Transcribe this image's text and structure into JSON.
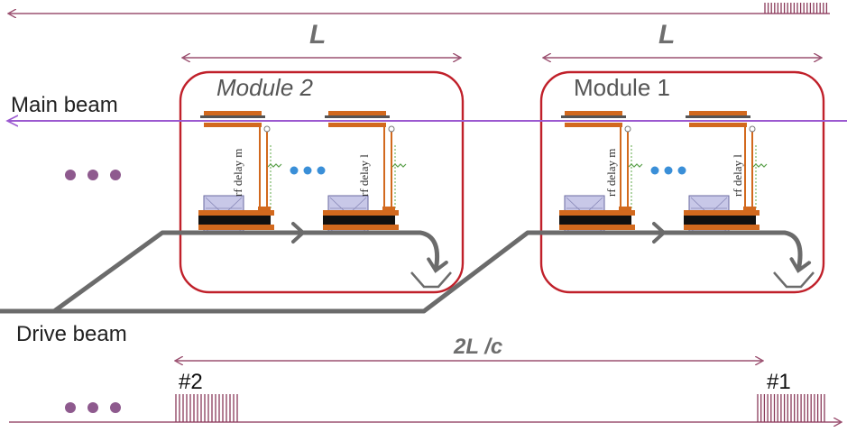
{
  "labels": {
    "spacing_top_left": "L",
    "spacing_top_right": "L",
    "module_2": "Module 2",
    "module_1": "Module 1",
    "main_beam": "Main beam",
    "drive_beam": "Drive beam",
    "delay_span": "2L /c",
    "pulse_2": "#2",
    "pulse_1": "#1",
    "rf_delay_m_left": "rf delay m",
    "rf_delay_l_left": "rf delay l",
    "rf_delay_m_right": "rf delay m",
    "rf_delay_l_right": "rf delay l"
  },
  "colors": {
    "module_border": "#c0202a",
    "main_beam": "#9b59d0",
    "drive_beam": "#6b6b6b",
    "dimension": "#9b5070",
    "pulse_train": "#8a3a5a",
    "copper": "#d2691e",
    "dots_purple": "#8e5a8e",
    "dots_blue": "#3a8fd8"
  }
}
